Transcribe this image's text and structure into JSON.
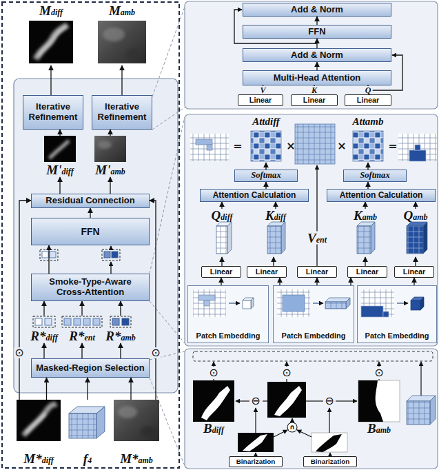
{
  "diagram": {
    "nodes": [
      {
        "text": [
          "Mdiff"
        ]
      },
      {
        "text": [
          "Mamb"
        ]
      },
      {
        "text": [
          "Iterative Refinement"
        ]
      },
      {
        "text": [
          "Iterative Refinement"
        ]
      },
      {
        "text": [
          "M'diff"
        ]
      },
      {
        "text": [
          "M'amb"
        ]
      },
      {
        "text": [
          "Residual Connection"
        ]
      },
      {
        "text": [
          "FFN"
        ]
      },
      {
        "text": [
          "Smoke-Type-Aware Cross-Attention"
        ]
      },
      {
        "text": [
          "R*diff"
        ]
      },
      {
        "text": [
          "R*ent"
        ]
      },
      {
        "text": [
          "R*amb"
        ]
      },
      {
        "text": [
          "Masked-Region Selection"
        ]
      },
      {
        "text": [
          "M*diff"
        ]
      },
      {
        "text": [
          "f4"
        ]
      },
      {
        "text": [
          "M*amb"
        ]
      },
      {
        "text": [
          "Add & Norm"
        ]
      },
      {
        "text": [
          "FFN"
        ]
      },
      {
        "text": [
          "Add & Norm"
        ]
      },
      {
        "text": [
          "Multi-Head Attention"
        ]
      },
      {
        "text": [
          "Linear"
        ]
      },
      {
        "text": [
          "Linear"
        ]
      },
      {
        "text": [
          "Linear"
        ]
      },
      {
        "text": [
          "Attdiff"
        ]
      },
      {
        "text": [
          "Attamb"
        ]
      },
      {
        "text": [
          "Softmax"
        ]
      },
      {
        "text": [
          "Softmax"
        ]
      },
      {
        "text": [
          "Attention Calculation"
        ]
      },
      {
        "text": [
          "Attention Calculation"
        ]
      },
      {
        "text": [
          "Qdiff"
        ]
      },
      {
        "text": [
          "Kdiff"
        ]
      },
      {
        "text": [
          "Kamb"
        ]
      },
      {
        "text": [
          "Qamb"
        ]
      },
      {
        "text": [
          "Linear"
        ]
      },
      {
        "text": [
          "Linear"
        ]
      },
      {
        "text": [
          "Linear"
        ]
      },
      {
        "text": [
          "Linear"
        ]
      },
      {
        "text": [
          "Linear"
        ]
      },
      {
        "text": [
          "Patch Embedding"
        ]
      },
      {
        "text": [
          "Patch Embedding"
        ]
      },
      {
        "text": [
          "Patch Embedding"
        ]
      },
      {
        "text": [
          "Bdiff"
        ]
      },
      {
        "text": [
          "Bamb"
        ]
      },
      {
        "text": [
          "Binarization"
        ]
      },
      {
        "text": [
          "Binarization"
        ]
      }
    ],
    "edges": [
      {
        "from": 2,
        "to": 0,
        "arrow": "to"
      },
      {
        "from": 3,
        "to": 1,
        "arrow": "to"
      },
      {
        "from": 4,
        "to": 2,
        "arrow": "to"
      },
      {
        "from": 5,
        "to": 3,
        "arrow": "to"
      },
      {
        "from": 6,
        "to": 4,
        "arrow": "to"
      },
      {
        "from": 6,
        "to": 5,
        "arrow": "to"
      },
      {
        "from": 7,
        "to": 6,
        "arrow": "to"
      },
      {
        "from": 8,
        "to": 7,
        "arrow": "to"
      },
      {
        "from": 9,
        "to": 8,
        "arrow": "to"
      },
      {
        "from": 10,
        "to": 8,
        "arrow": "to"
      },
      {
        "from": 11,
        "to": 8,
        "arrow": "to"
      },
      {
        "from": 12,
        "to": 9,
        "arrow": "to"
      },
      {
        "from": 12,
        "to": 10,
        "arrow": "to"
      },
      {
        "from": 12,
        "to": 11,
        "arrow": "to"
      },
      {
        "from": 13,
        "to": 12,
        "arrow": "to"
      },
      {
        "from": 14,
        "to": 12,
        "arrow": "to"
      },
      {
        "from": 15,
        "to": 12,
        "arrow": "to"
      },
      {
        "from": 13,
        "to": 6,
        "arrow": "to"
      },
      {
        "from": 15,
        "to": 6,
        "arrow": "to"
      },
      {
        "from": 20,
        "to": 19,
        "label": "V",
        "arrow": "to"
      },
      {
        "from": 21,
        "to": 19,
        "label": "K",
        "arrow": "to"
      },
      {
        "from": 22,
        "to": 19,
        "label": "Q",
        "arrow": "to"
      },
      {
        "from": 19,
        "to": 18,
        "arrow": "to"
      },
      {
        "from": 18,
        "to": 17,
        "arrow": "to"
      },
      {
        "from": 17,
        "to": 16,
        "arrow": "to"
      },
      {
        "from": 25,
        "to": 23,
        "arrow": "to"
      },
      {
        "from": 26,
        "to": 24,
        "arrow": "to"
      },
      {
        "from": 27,
        "to": 25,
        "arrow": "to"
      },
      {
        "from": 28,
        "to": 26,
        "arrow": "to"
      },
      {
        "from": 29,
        "to": 27,
        "arrow": "to"
      },
      {
        "from": 30,
        "to": 27,
        "arrow": "to"
      },
      {
        "from": 31,
        "to": 28,
        "arrow": "to"
      },
      {
        "from": 32,
        "to": 28,
        "arrow": "to"
      },
      {
        "from": 33,
        "to": 29,
        "arrow": "to"
      },
      {
        "from": 34,
        "to": 30,
        "arrow": "to"
      },
      {
        "from": 36,
        "to": 31,
        "arrow": "to"
      },
      {
        "from": 37,
        "to": 32,
        "arrow": "to"
      },
      {
        "from": 38,
        "to": 33,
        "arrow": "to"
      },
      {
        "from": 39,
        "to": 34,
        "arrow": "to"
      },
      {
        "from": 39,
        "to": 35,
        "arrow": "to"
      },
      {
        "from": 39,
        "to": 36,
        "arrow": "to"
      },
      {
        "from": 40,
        "to": 37,
        "arrow": "to"
      }
    ],
    "labels": [
      "⊙",
      "⊙",
      "=",
      "×",
      "×",
      "=",
      "Vent",
      "⊙",
      "⊙",
      "⊙",
      "⊖",
      "⊖",
      "∩"
    ]
  }
}
